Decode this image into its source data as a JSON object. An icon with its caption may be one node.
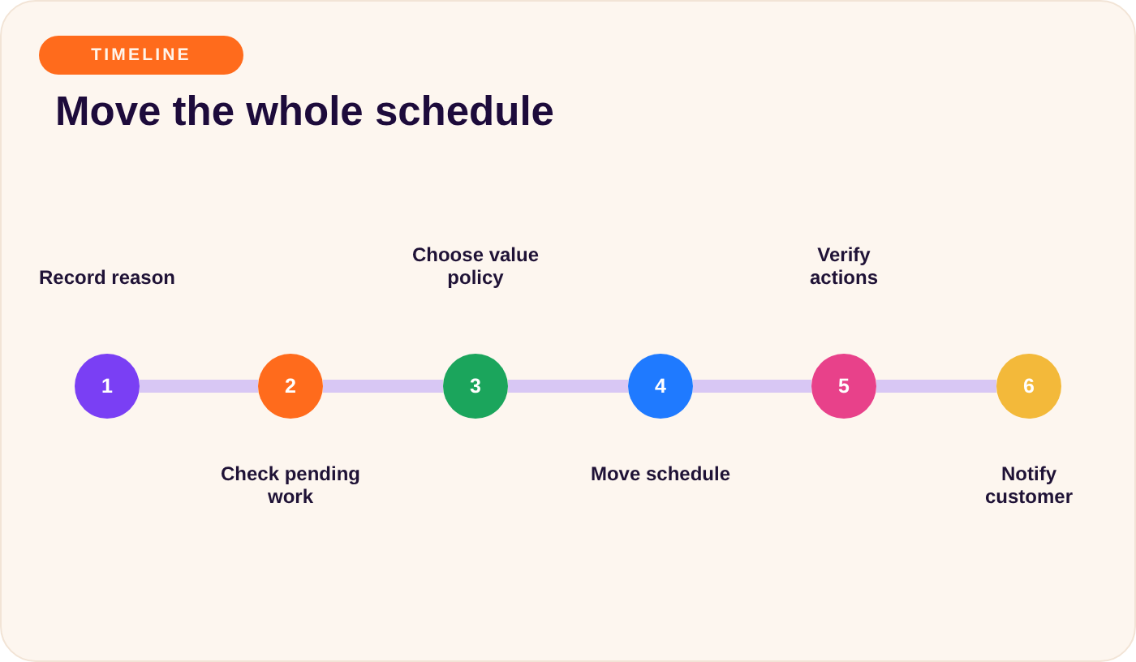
{
  "diagram": {
    "title": "Move the whole schedule",
    "nodes": [
      {
        "text": [
          "1"
        ],
        "beside": [
          "Record reason"
        ]
      },
      {
        "text": [
          "2"
        ],
        "beside": [
          "Check pending work"
        ]
      },
      {
        "text": [
          "3"
        ],
        "beside": [
          "Choose value policy"
        ]
      },
      {
        "text": [
          "4"
        ],
        "beside": [
          "Move schedule"
        ]
      },
      {
        "text": [
          "5"
        ],
        "beside": [
          "Verify actions"
        ]
      },
      {
        "text": [
          "6"
        ],
        "beside": [
          "Notify customer"
        ]
      }
    ],
    "edges": [
      {
        "from": 0,
        "to": 1,
        "arrow": "none"
      },
      {
        "from": 1,
        "to": 2,
        "arrow": "none"
      },
      {
        "from": 2,
        "to": 3,
        "arrow": "none"
      },
      {
        "from": 3,
        "to": 4,
        "arrow": "none"
      },
      {
        "from": 4,
        "to": 5,
        "arrow": "none"
      }
    ],
    "labels": [
      "TIMELINE"
    ]
  }
}
